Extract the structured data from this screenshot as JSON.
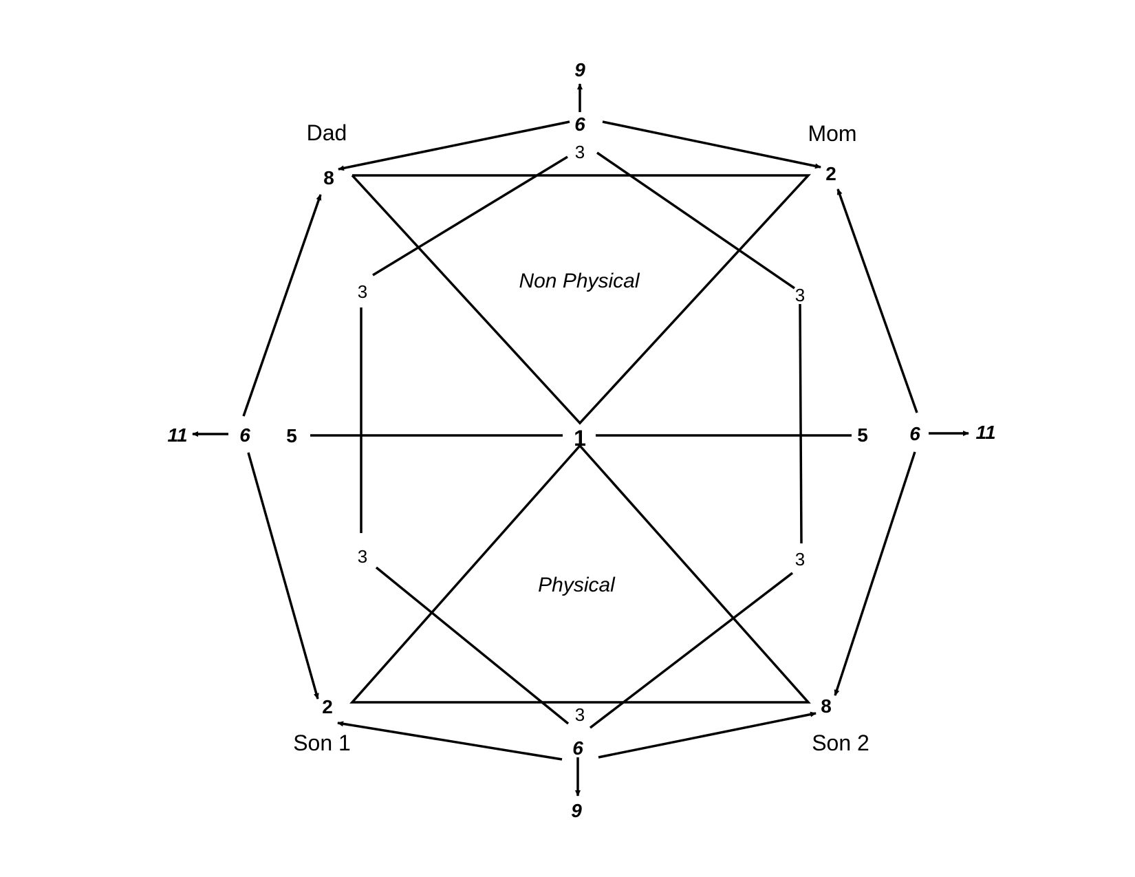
{
  "colors": {
    "line": "#000000",
    "background": "#ffffff"
  },
  "names": {
    "dad": "Dad",
    "mom": "Mom",
    "son1": "Son 1",
    "son2": "Son 2"
  },
  "regions": {
    "top": "Non Physical",
    "bottom": "Physical"
  },
  "numbers": {
    "center": "1",
    "top_outer": "9",
    "top_mid": "6",
    "top_inner": "3",
    "bottom_outer": "9",
    "bottom_mid": "6",
    "bottom_inner": "3",
    "left_outer": "11",
    "left_mid": "6",
    "left_inner": "5",
    "right_outer": "11",
    "right_mid": "6",
    "right_inner": "5",
    "dad_corner": "8",
    "mom_corner": "2",
    "son1_corner": "2",
    "son2_corner": "8",
    "upper_left_3": "3",
    "upper_right_3": "3",
    "lower_left_3": "3",
    "lower_right_3": "3"
  }
}
